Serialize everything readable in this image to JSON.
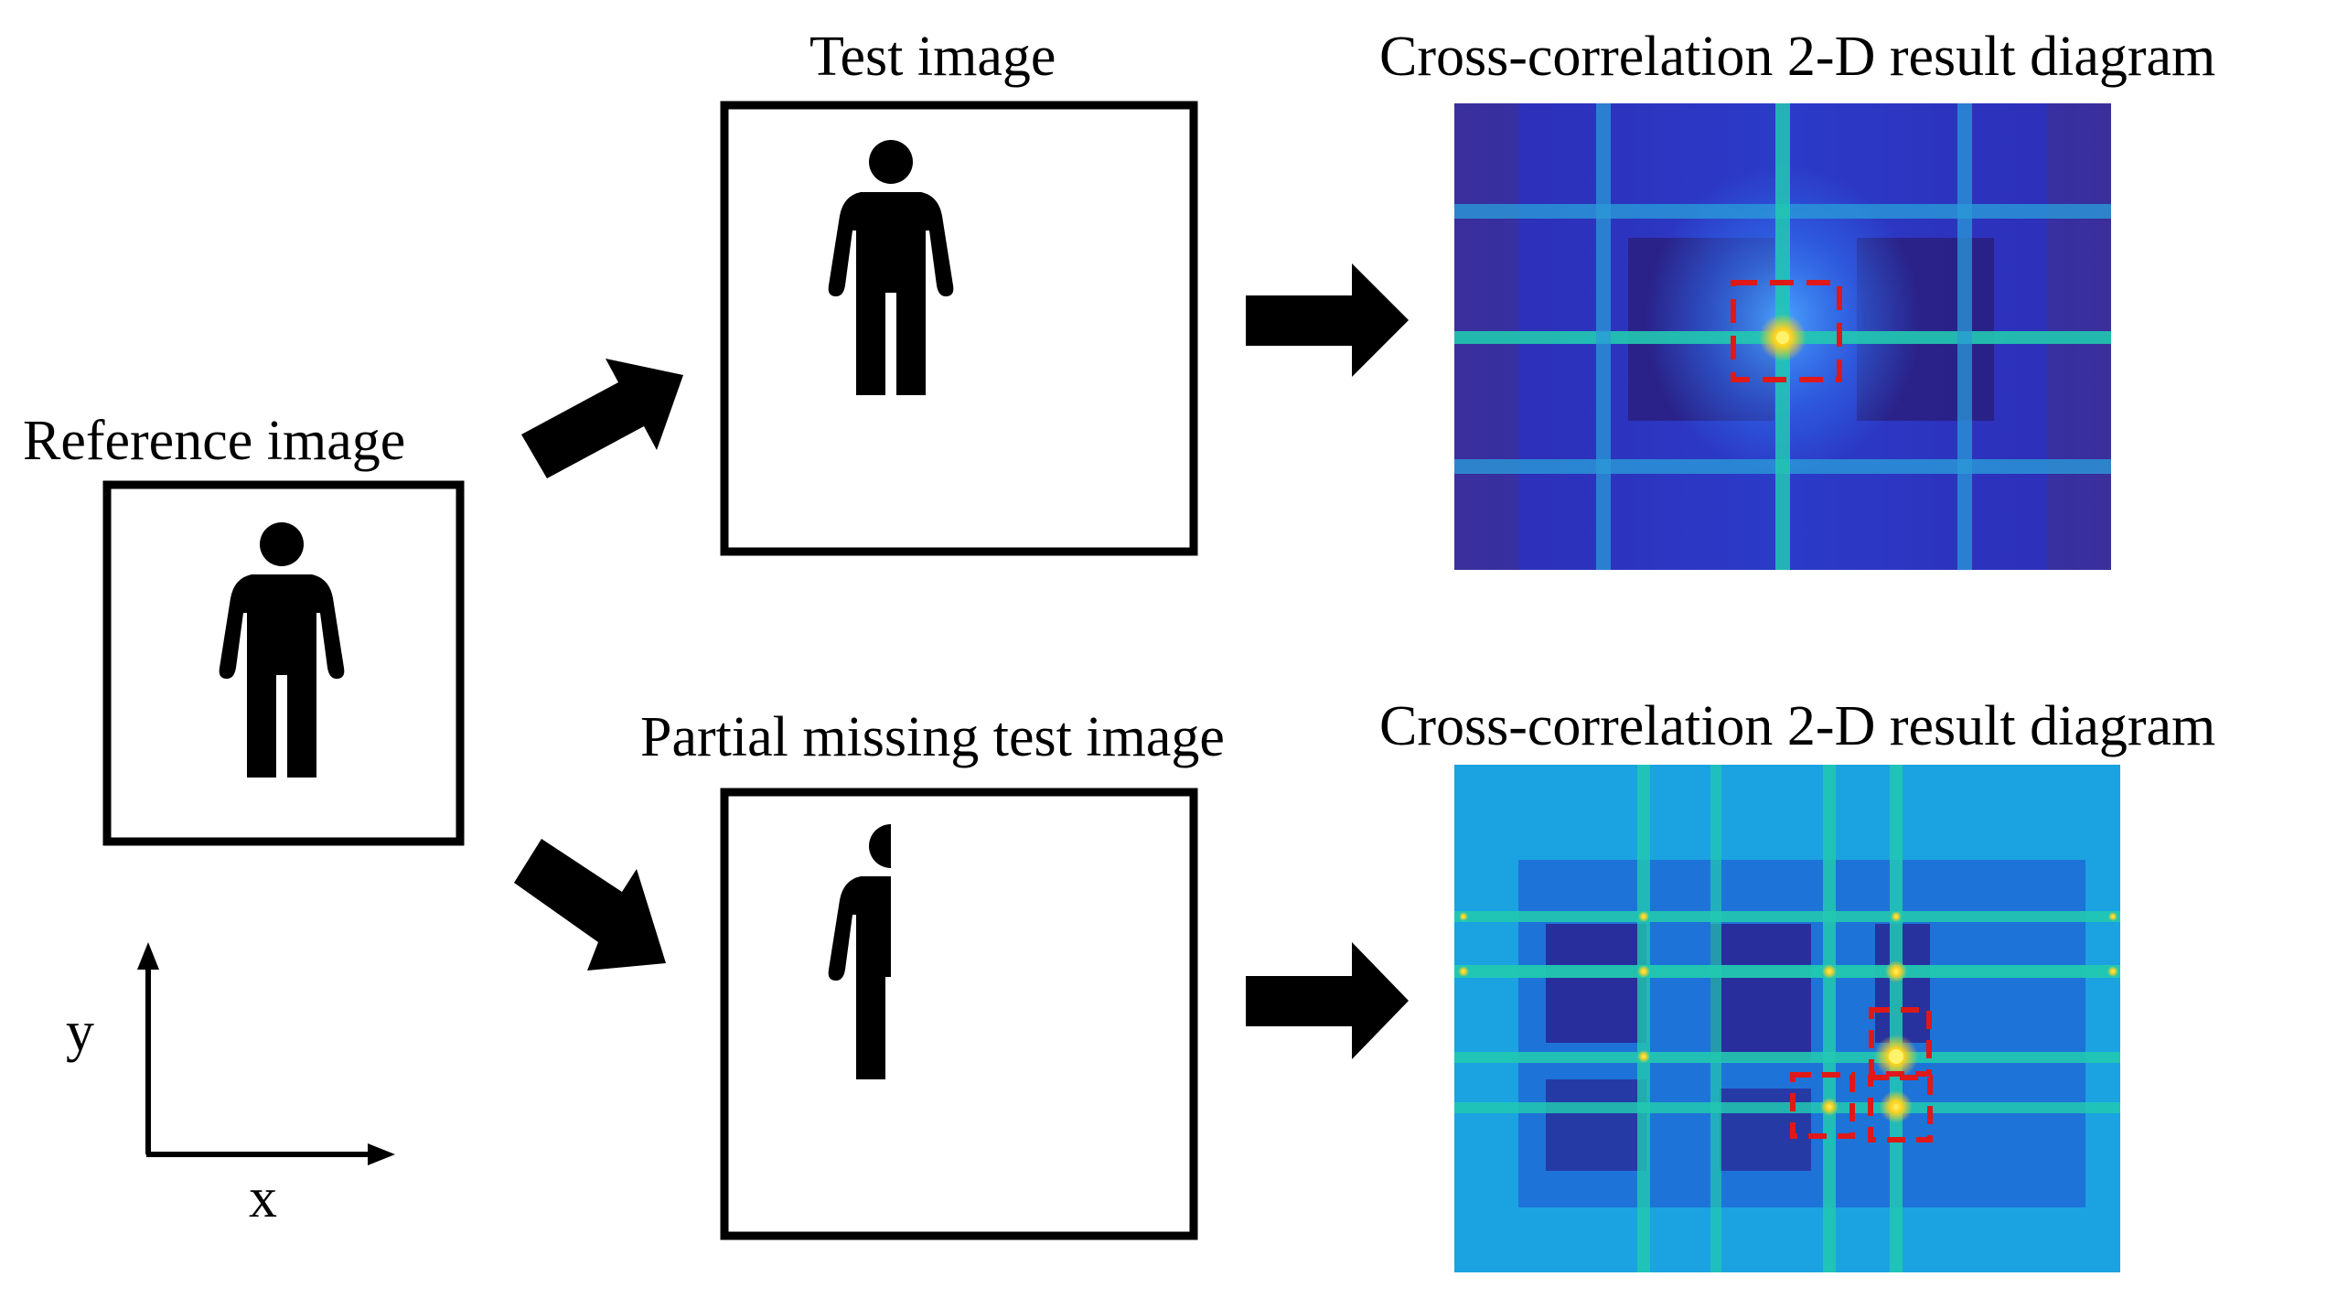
{
  "labels": {
    "reference_image": "Reference image",
    "test_image": "Test image",
    "partial_missing_test_image": "Partial missing test image",
    "cross_correlation_top": "Cross-correlation 2-D result diagram",
    "cross_correlation_bottom": "Cross-correlation 2-D result diagram",
    "axis_x": "x",
    "axis_y": "y"
  },
  "colors": {
    "heatmap_dark": "#2a1f8f",
    "heatmap_mid": "#1f4fd6",
    "heatmap_light": "#1aa3e0",
    "heatmap_line": "#22c9b0",
    "peak": "#ffd21f",
    "highlight_box": "#e01818"
  },
  "icons": {
    "person": "person-icon",
    "half_person": "half-person-icon",
    "arrow": "arrow-icon"
  }
}
